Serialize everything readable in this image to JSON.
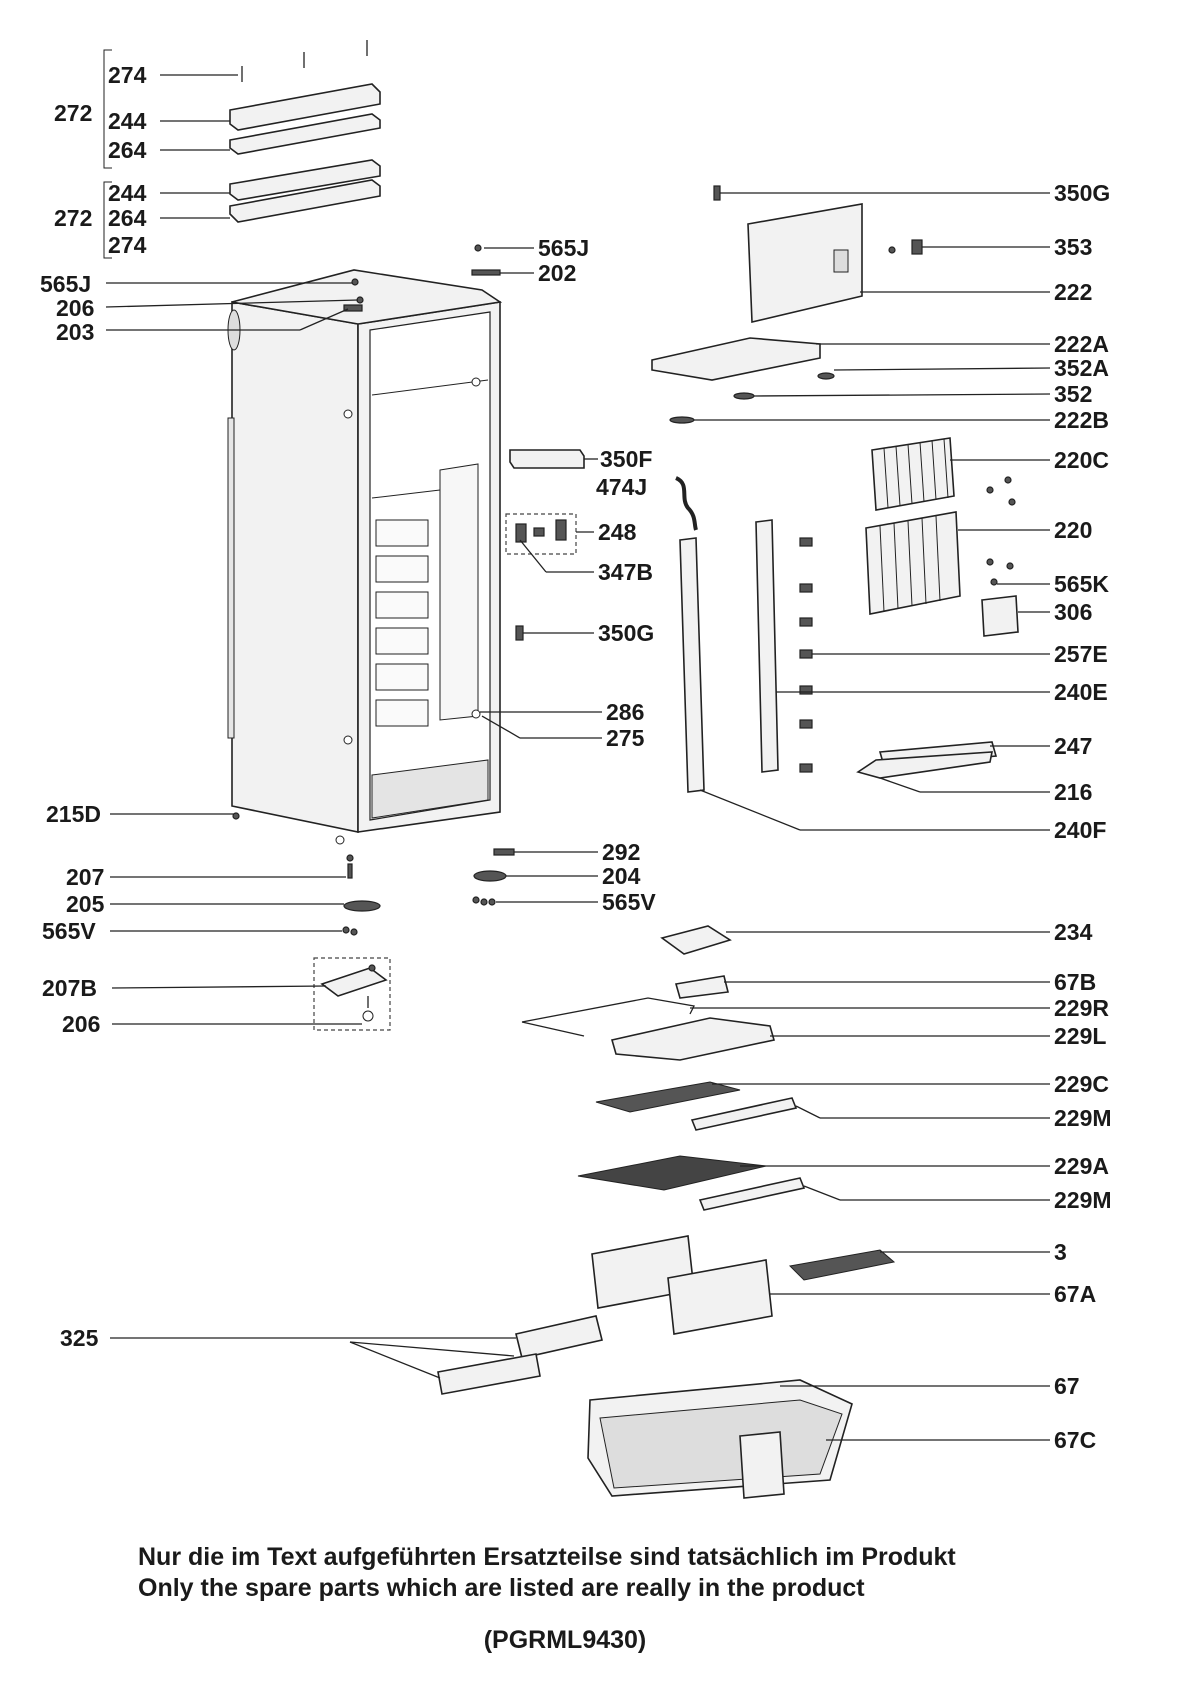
{
  "labels": {
    "l274a": "274",
    "l272a": "272",
    "l244a": "244",
    "l264a": "264",
    "l244b": "244",
    "l272b": "272",
    "l264b": "264",
    "l274b": "274",
    "l565j_l": "565J",
    "l206a": "206",
    "l203": "203",
    "l565j_r": "565J",
    "l202": "202",
    "l350g_top": "350G",
    "l353": "353",
    "l222": "222",
    "l222a": "222A",
    "l352a": "352A",
    "l352": "352",
    "l222b": "222B",
    "l350f": "350F",
    "l474j": "474J",
    "l220c": "220C",
    "l248": "248",
    "l220": "220",
    "l347b": "347B",
    "l565k": "565K",
    "l306": "306",
    "l350g_mid": "350G",
    "l257e": "257E",
    "l240e": "240E",
    "l286": "286",
    "l275": "275",
    "l247": "247",
    "l216": "216",
    "l215d": "215D",
    "l240f": "240F",
    "l292": "292",
    "l207": "207",
    "l204": "204",
    "l205": "205",
    "l565v_r": "565V",
    "l565v_l": "565V",
    "l234": "234",
    "l207b": "207B",
    "l67b": "67B",
    "l206b": "206",
    "l229r": "229R",
    "l229l": "229L",
    "l229c": "229C",
    "l229m_a": "229M",
    "l229a": "229A",
    "l229m_b": "229M",
    "l3": "3",
    "l67a": "67A",
    "l325": "325",
    "l67": "67",
    "l67c": "67C"
  },
  "notes": {
    "de": "Nur die im Text aufgeführten Ersatzteilse sind tatsächlich im Produkt",
    "en": "Only the spare parts which are listed are really in the product",
    "model": "(PGRML9430)"
  }
}
